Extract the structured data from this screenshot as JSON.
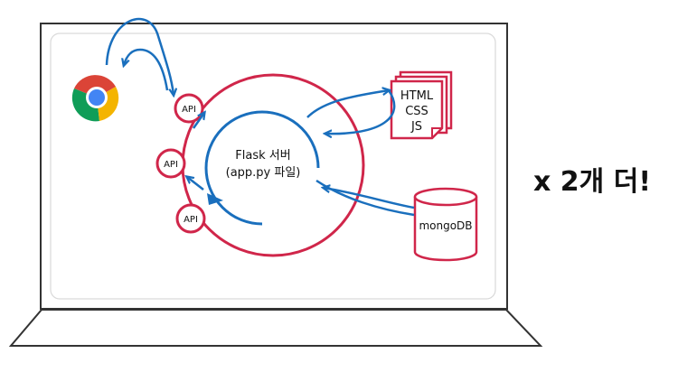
{
  "diagram": {
    "server_label": "Flask 서버",
    "server_file": "(app.py 파일)",
    "api_labels": [
      "API",
      "API",
      "API"
    ],
    "static_files": [
      "HTML",
      "CSS",
      "JS"
    ],
    "database_label": "mongoDB",
    "multiplier_text": "x 2개 더!"
  },
  "colors": {
    "ring": "#d0264a",
    "flow": "#1a6fbd",
    "frame": "#333333"
  },
  "icons": {
    "browser": "chrome-icon",
    "files": "document-stack-icon",
    "database": "database-cylinder-icon"
  }
}
